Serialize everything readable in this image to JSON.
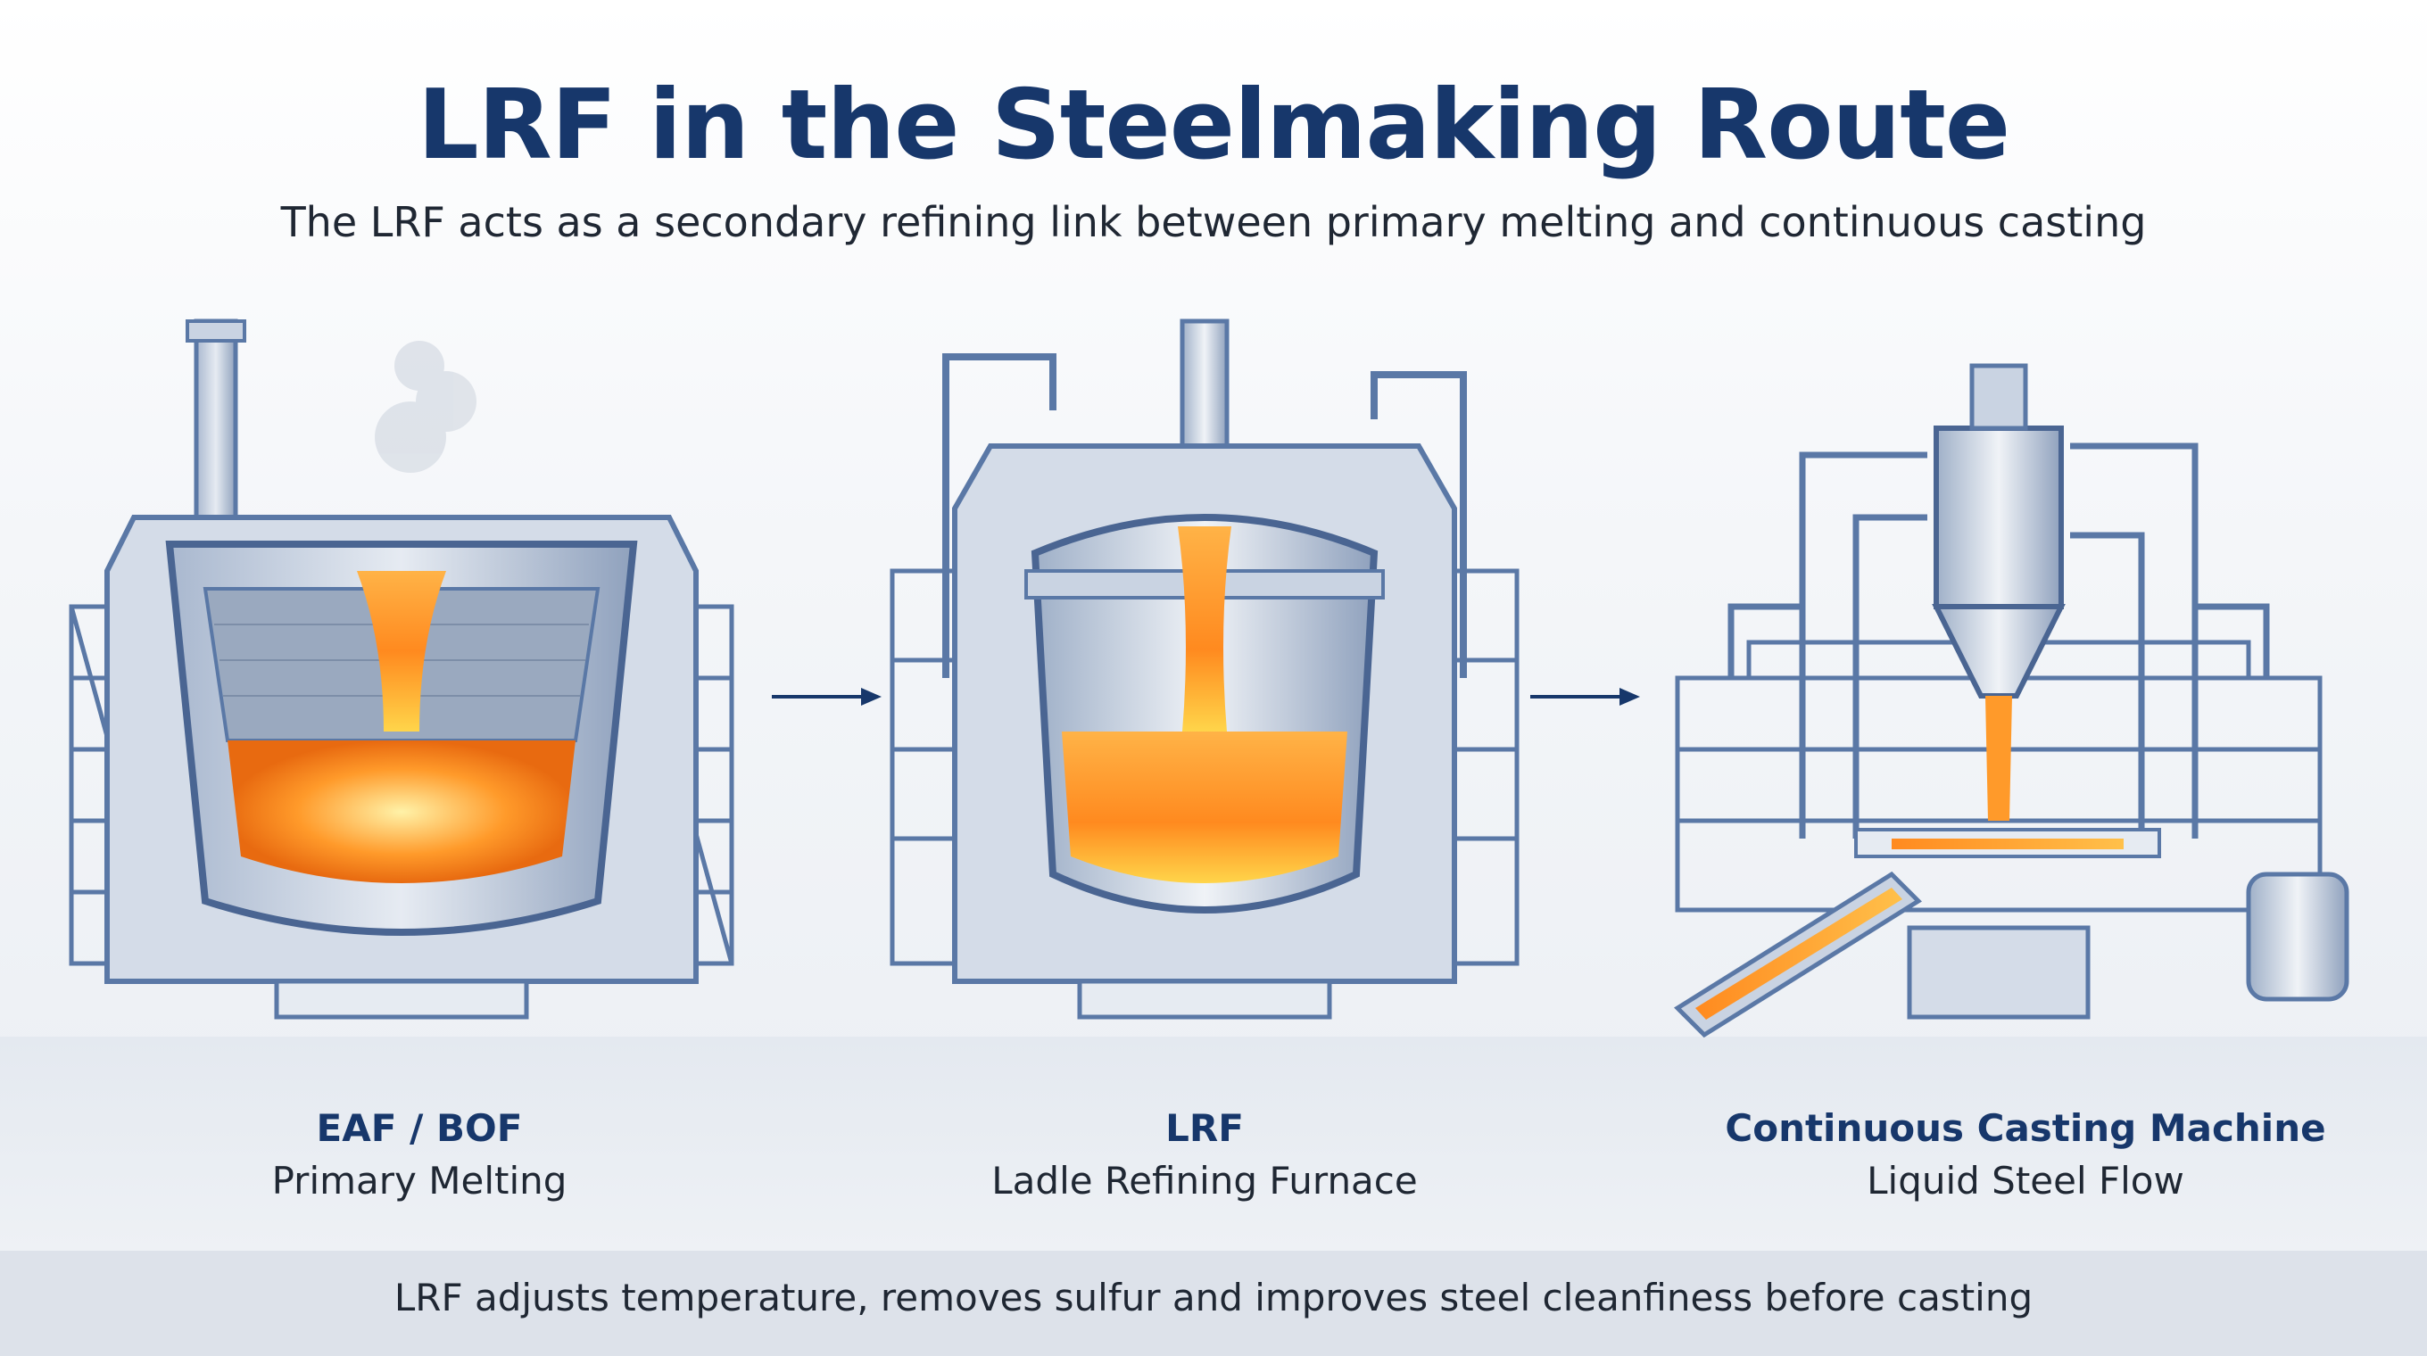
{
  "header": {
    "title": "LRF in the Steelmaking Route",
    "subtitle": "The LRF acts as a secondary refining link between primary melting and continuous casting"
  },
  "stages": [
    {
      "name": "EAF / BOF",
      "role": "Primary Melting",
      "icon": "eaf-bof-furnace-icon"
    },
    {
      "name": "LRF",
      "role": "Ladle Refining Furnace",
      "icon": "ladle-refining-furnace-icon"
    },
    {
      "name": "Continuous Casting Machine",
      "role": "Liquid Steel Flow",
      "icon": "continuous-casting-machine-icon"
    }
  ],
  "footer": {
    "note": "LRF adjusts temperature, removes sulfur and improves steel cleanfiness before casting"
  },
  "colors": {
    "title": "#17376b",
    "text": "#1f2733",
    "steel": "#5a78a6",
    "steel_light": "#c9d3e2",
    "molten": "#ff8a1f",
    "molten_core": "#ffd54a",
    "arrow": "#17376b",
    "footer_band": "#dde2ea"
  }
}
